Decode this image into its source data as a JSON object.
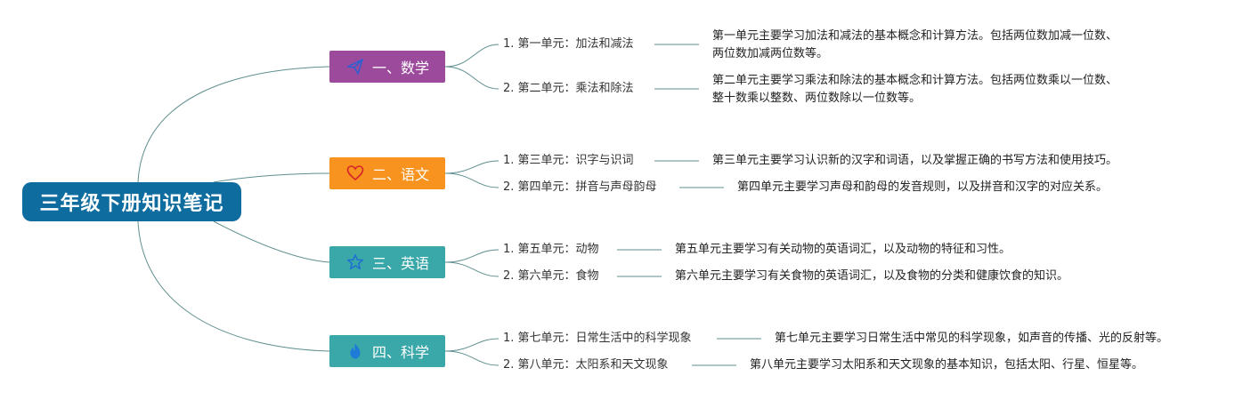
{
  "root": {
    "title": "三年级下册知识笔记"
  },
  "colors": {
    "line": "#5f8f8f",
    "root_bg": "#0f6c9e",
    "math": "#9c4a9c",
    "chinese": "#f7931e",
    "english": "#3aa7a8",
    "science": "#3aa7a8"
  },
  "topics": [
    {
      "label": "一、数学",
      "icon": "paper-plane-icon",
      "units": [
        {
          "label": "1. 第一单元：加法和减法",
          "desc": [
            "第一单元主要学习加法和减法的基本概念和计算方法。包括两位数加减一位数、",
            "两位数加减两位数等。"
          ]
        },
        {
          "label": "2. 第二单元：乘法和除法",
          "desc": [
            "第二单元主要学习乘法和除法的基本概念和计算方法。包括两位数乘以一位数、",
            "整十数乘以整数、两位数除以一位数等。"
          ]
        }
      ]
    },
    {
      "label": "二、语文",
      "icon": "heart-icon",
      "units": [
        {
          "label": "1. 第三单元：识字与识词",
          "desc": [
            "第三单元主要学习认识新的汉字和词语，以及掌握正确的书写方法和使用技巧。"
          ]
        },
        {
          "label": "2. 第四单元：拼音与声母韵母",
          "desc": [
            "第四单元主要学习声母和韵母的发音规则，以及拼音和汉字的对应关系。"
          ]
        }
      ]
    },
    {
      "label": "三、英语",
      "icon": "star-icon",
      "units": [
        {
          "label": "1. 第五单元：动物",
          "desc": [
            "第五单元主要学习有关动物的英语词汇，以及动物的特征和习性。"
          ]
        },
        {
          "label": "2. 第六单元：食物",
          "desc": [
            "第六单元主要学习有关食物的英语词汇，以及食物的分类和健康饮食的知识。"
          ]
        }
      ]
    },
    {
      "label": "四、科学",
      "icon": "flame-icon",
      "units": [
        {
          "label": "1. 第七单元：日常生活中的科学现象",
          "desc": [
            "第七单元主要学习日常生活中常见的科学现象，如声音的传播、光的反射等。"
          ]
        },
        {
          "label": "2. 第八单元：太阳系和天文现象",
          "desc": [
            "第八单元主要学习太阳系和天文现象的基本知识，包括太阳、行星、恒星等。"
          ]
        }
      ]
    }
  ]
}
